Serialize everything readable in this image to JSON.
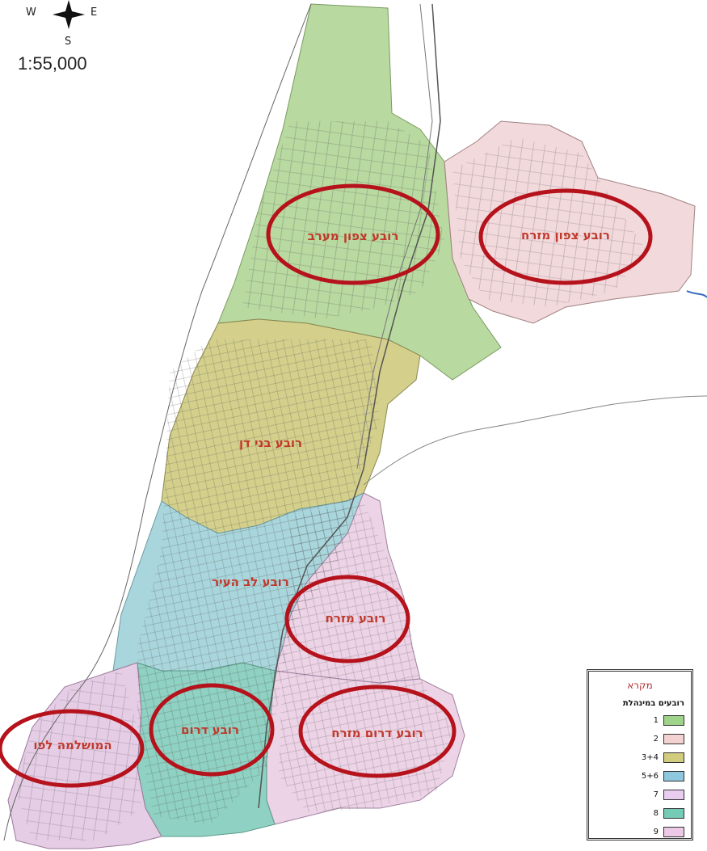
{
  "compass": {
    "west": "W",
    "east": "E",
    "south": "S"
  },
  "scale_text": "1:55,000",
  "regions": {
    "north_west": {
      "label": "רובע צפון מערב",
      "color": "#b8d9a0"
    },
    "north_east": {
      "label": "רובע צפון מזרח",
      "color": "#f2d9dc"
    },
    "bnei_dan": {
      "label": "רובע בני דן",
      "color": "#d4d08c"
    },
    "city_center": {
      "label": "רובע לב העיר",
      "color": "#a9d6dc"
    },
    "east": {
      "label": "רובע מזרח",
      "color": "#ecd3e6"
    },
    "south": {
      "label": "רובע דרום",
      "color": "#8fd1c2"
    },
    "south_east": {
      "label": "רובע דרום מזרח",
      "color": "#ecd3e6"
    },
    "jaffa": {
      "label": "המושלמה לפו",
      "color": "#e6cde6"
    }
  },
  "highlight_color": "#b5121b",
  "legend": {
    "title": "מקרא",
    "subtitle": "רובעים במינהלת",
    "items": [
      {
        "label": "1",
        "color": "#9fd38a"
      },
      {
        "label": "2",
        "color": "#f4d2d2"
      },
      {
        "label": "3+4",
        "color": "#d2cc7e"
      },
      {
        "label": "5+6",
        "color": "#8fc8de"
      },
      {
        "label": "7",
        "color": "#e8cdef"
      },
      {
        "label": "8",
        "color": "#74ccb6"
      },
      {
        "label": "9",
        "color": "#ecc9e6"
      }
    ]
  }
}
